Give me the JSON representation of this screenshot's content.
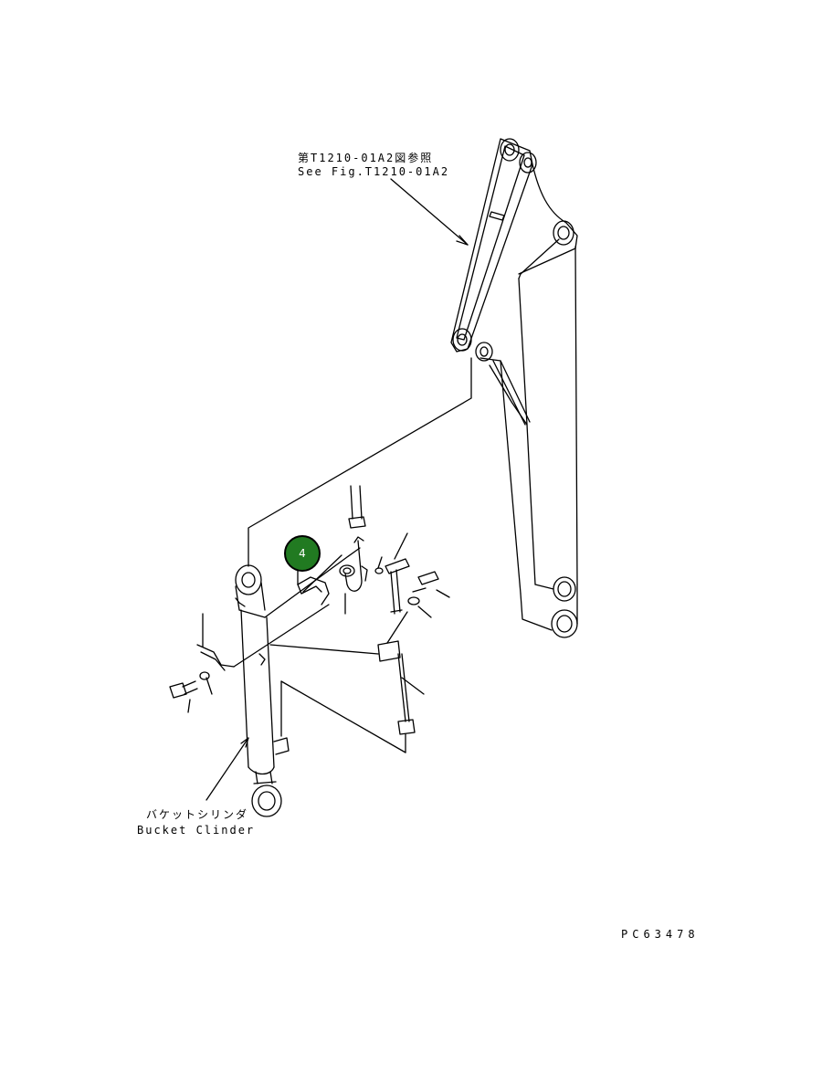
{
  "labels": {
    "ref_ja": "第T1210-01A2図参照",
    "ref_en": "See Fig.T1210-01A2",
    "cylinder_ja": "バケットシリンダ",
    "cylinder_en": "Bucket Clinder",
    "drawing_no": "PC63478"
  },
  "callout": {
    "number": "4",
    "color": "#217a21"
  },
  "colors": {
    "line": "#000000",
    "background": "#ffffff"
  }
}
